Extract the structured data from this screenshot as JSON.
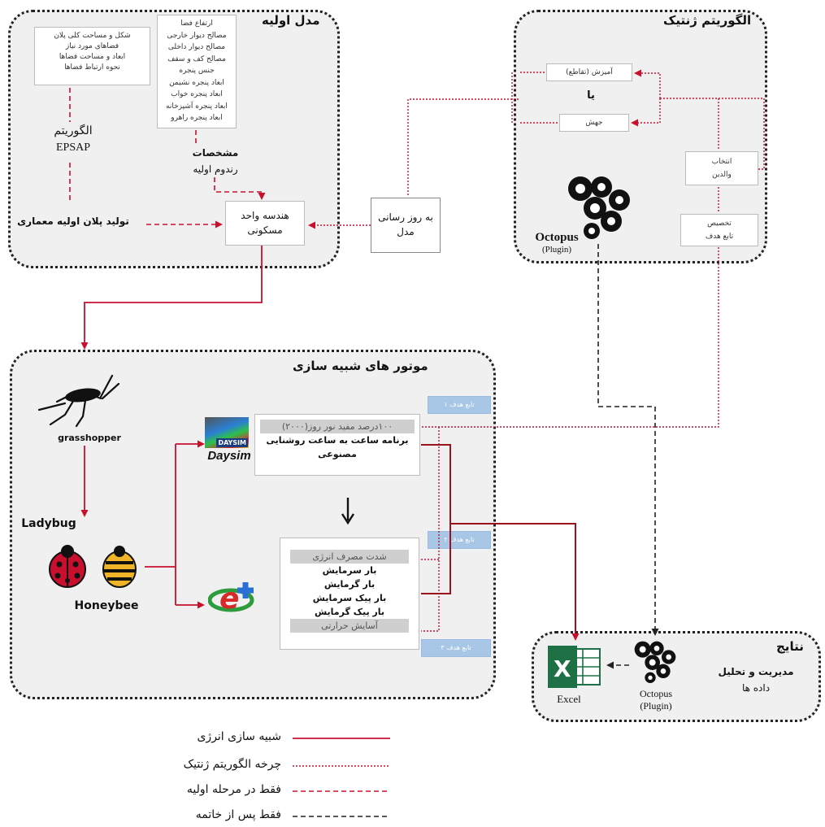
{
  "initial_model": {
    "title": "مدل اولیه",
    "req_lines": [
      "شکل و مساحت کلی پلان",
      "فضاهای مورد نیاز",
      "ابعاد و مساحت فضاها",
      "نحوه ارتباط فضاها"
    ],
    "spec_lines": [
      "ارتفاع فضا",
      "مصالح دیوار خارجی",
      "مصالح دیوار داخلی",
      "مصالح کف و سقف",
      "جنس پنجره",
      "ابعاد پنجره نشیمن",
      "ابعاد پنجره خواب",
      "ابعاد پنجره آشپزخانه",
      "ابعاد پنجره راهرو"
    ],
    "epsap_line1": "الگوریتم",
    "epsap_line2": "EPSAP",
    "random_line1": "مشخصات",
    "random_line2": "رندوم اولیه",
    "plan_gen": "تولید پلان اولیه معماری",
    "unit_line1": "هندسه واحد",
    "unit_line2": "مسکونی"
  },
  "update": {
    "line1": "به روز رسانی",
    "line2": "مدل"
  },
  "genetic": {
    "title": "الگوریتم ژنتیک",
    "crossover": "آمیزش (تقاطع)",
    "or": "یا",
    "mutation": "جهش",
    "selection_line1": "انتخاب",
    "selection_line2": "والدین",
    "objective_line1": "تخصیص",
    "objective_line2": "تابع هدف",
    "octopus": "Octopus",
    "plugin": "(Plugin)"
  },
  "sim": {
    "title": "موتور های شبیه سازی",
    "grasshopper": "grasshopper",
    "ladybug": "Ladybug",
    "honeybee": "Honeybee",
    "daysim": "Daysim",
    "daysim_badge": "DAYSIM",
    "daysim_hl": "۱۰۰درصد مفید نور روز(۲۰۰۰)",
    "daysim_l2": "برنامه ساعت به ساعت روشنایی",
    "daysim_l3": "مصنوعی",
    "ep_hl_top": "شدت مصرف انرژی",
    "ep_lines": [
      "بار سرمایش",
      "بار گرمایش",
      "بار پیک سرمایش",
      "بار پیک گرمایش"
    ],
    "ep_hl_bottom": "آسایش حرارتی",
    "blue_tags": [
      "تابع هدف ۱",
      "تابع هدف ۲",
      "تابع هدف ۳"
    ]
  },
  "results": {
    "title": "نتایج",
    "mgmt_line1": "مدیریت و تحلیل",
    "mgmt_line2": "داده ها",
    "excel": "Excel",
    "octopus": "Octopus",
    "plugin": "(Plugin)"
  },
  "legend": [
    {
      "label": "شبیه سازی انرژی",
      "style": "solid",
      "color": "#c8102e"
    },
    {
      "label": "چرخه الگوریتم ژنتیک",
      "style": "dotted",
      "color": "#c8102e"
    },
    {
      "label": "فقط در مرحله اولیه",
      "style": "dashed",
      "color": "#c8102e"
    },
    {
      "label": "فقط پس از خاتمه",
      "style": "dashed",
      "color": "#222222"
    }
  ],
  "colors": {
    "red": "#c8102e",
    "dark_red": "#9a1420",
    "black": "#222222",
    "excel_green": "#1e7145",
    "blue": "#a8c6e6"
  }
}
